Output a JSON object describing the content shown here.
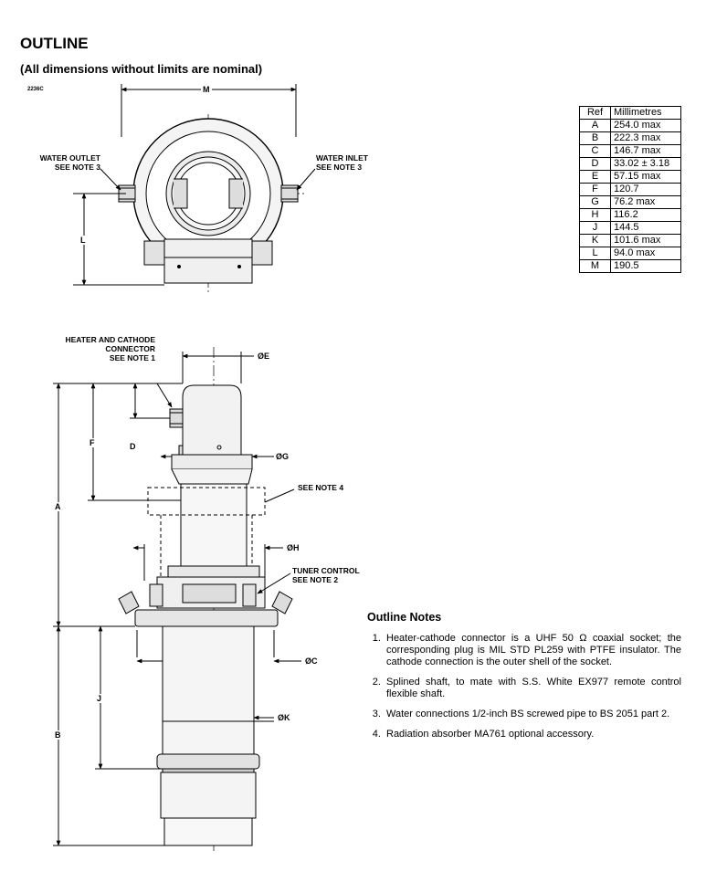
{
  "header": {
    "title": "OUTLINE",
    "subtitle": "(All dimensions without limits are nominal)",
    "drawing_code": "2236C"
  },
  "top_view": {
    "water_outlet": [
      "WATER OUTLET",
      "SEE NOTE 3"
    ],
    "water_inlet": [
      "WATER INLET",
      "SEE NOTE 3"
    ],
    "dim_m": "M",
    "dim_l": "L"
  },
  "side_view": {
    "heater_connector": [
      "HEATER AND CATHODE",
      "CONNECTOR",
      "SEE NOTE 1"
    ],
    "see_note_4": "SEE NOTE 4",
    "tuner_control": [
      "TUNER CONTROL",
      "SEE NOTE 2"
    ],
    "dims": {
      "e": "ØE",
      "g": "ØG",
      "h": "ØH",
      "c": "ØC",
      "k": "ØK",
      "a": "A",
      "b": "B",
      "f": "F",
      "d": "D",
      "j": "J"
    }
  },
  "dimension_table": {
    "headers": [
      "Ref",
      "Millimetres"
    ],
    "rows": [
      [
        "A",
        "254.0 max"
      ],
      [
        "B",
        "222.3 max"
      ],
      [
        "C",
        "146.7 max"
      ],
      [
        "D",
        "33.02 ± 3.18"
      ],
      [
        "E",
        "57.15 max"
      ],
      [
        "F",
        "120.7"
      ],
      [
        "G",
        "76.2 max"
      ],
      [
        "H",
        "116.2"
      ],
      [
        "J",
        "144.5"
      ],
      [
        "K",
        "101.6 max"
      ],
      [
        "L",
        "94.0 max"
      ],
      [
        "M",
        "190.5"
      ]
    ]
  },
  "notes": {
    "title": "Outline Notes",
    "items": [
      "Heater-cathode connector is a UHF 50 Ω coaxial socket; the corresponding plug is MIL STD PL259 with PTFE insulator. The cathode connection is the outer shell of the socket.",
      "Splined shaft, to mate with S.S. White EX977 remote control flexible shaft.",
      "Water connections 1/2-inch BS screwed pipe to BS 2051 part 2.",
      "Radiation absorber MA761 optional accessory."
    ]
  }
}
